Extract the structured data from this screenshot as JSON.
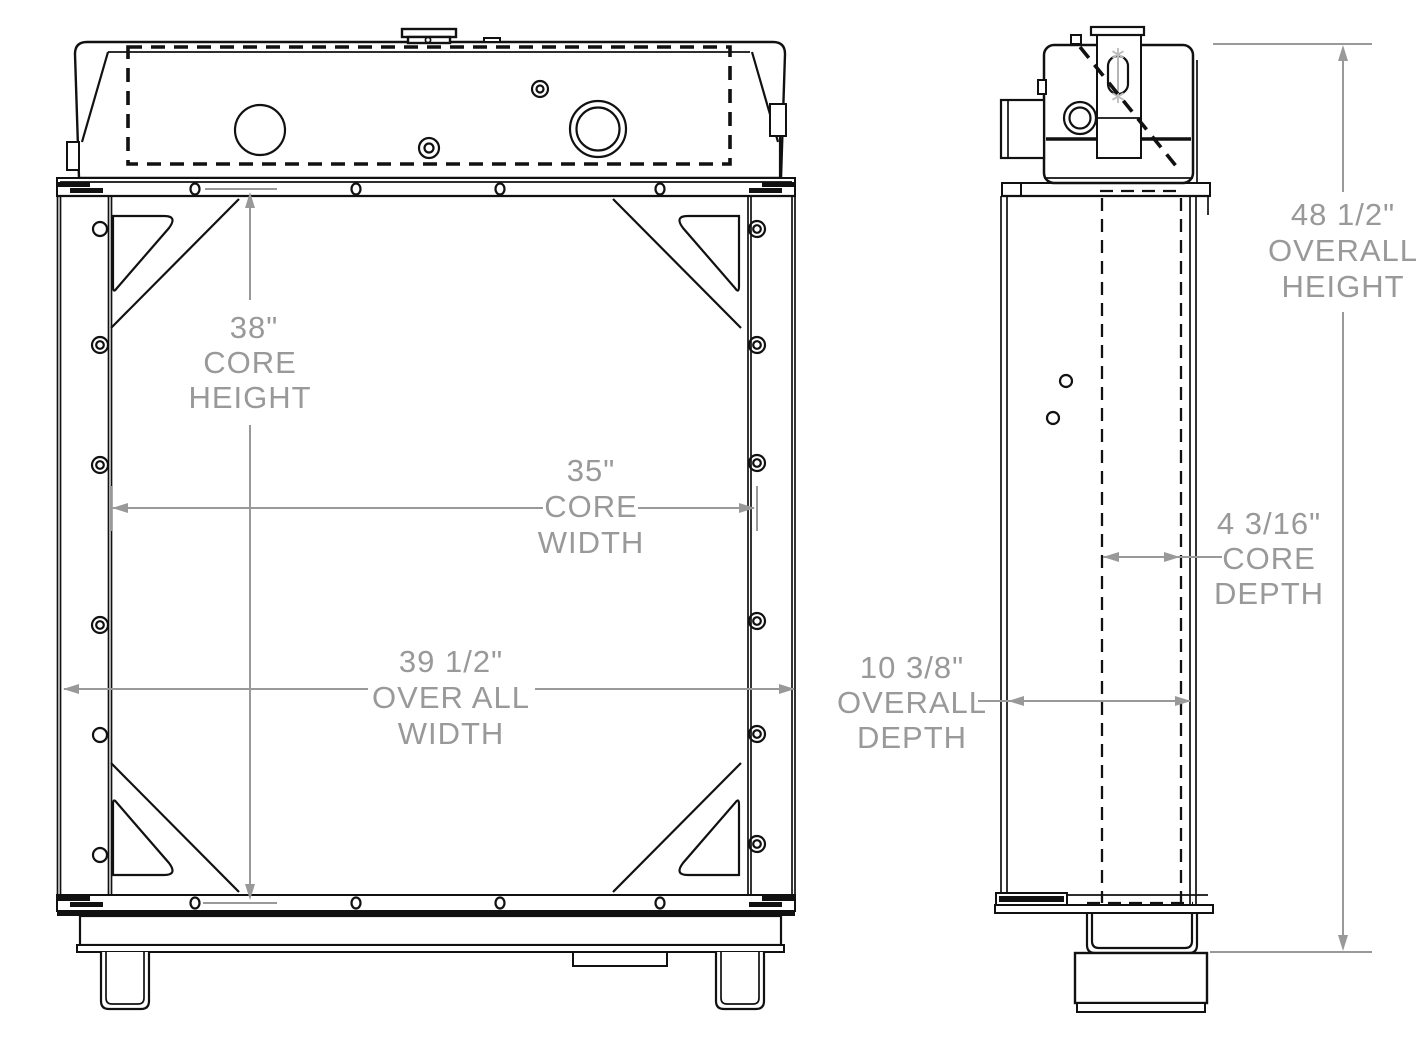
{
  "document_type": "technical-dimension-drawing",
  "colors": {
    "background": "#ffffff",
    "drawing_line": "#111111",
    "dimension_annotation": "#999999",
    "centerline_marker": "#bcbcbc"
  },
  "annotations": {
    "core_height": {
      "value": "38\"",
      "label_line1": "CORE",
      "label_line2": "HEIGHT"
    },
    "core_width": {
      "value": "35\"",
      "label_line1": "CORE",
      "label_line2": "WIDTH"
    },
    "overall_width": {
      "value": "39 1/2\"",
      "label_line1": "OVER ALL",
      "label_line2": "WIDTH"
    },
    "overall_height": {
      "value": "48 1/2\"",
      "label_line1": "OVERALL",
      "label_line2": "HEIGHT"
    },
    "core_depth": {
      "value": "4 3/16\"",
      "label_line1": "CORE",
      "label_line2": "DEPTH"
    },
    "overall_depth": {
      "value": "10 3/8\"",
      "label_line1": "OVERALL",
      "label_line2": "DEPTH"
    }
  }
}
